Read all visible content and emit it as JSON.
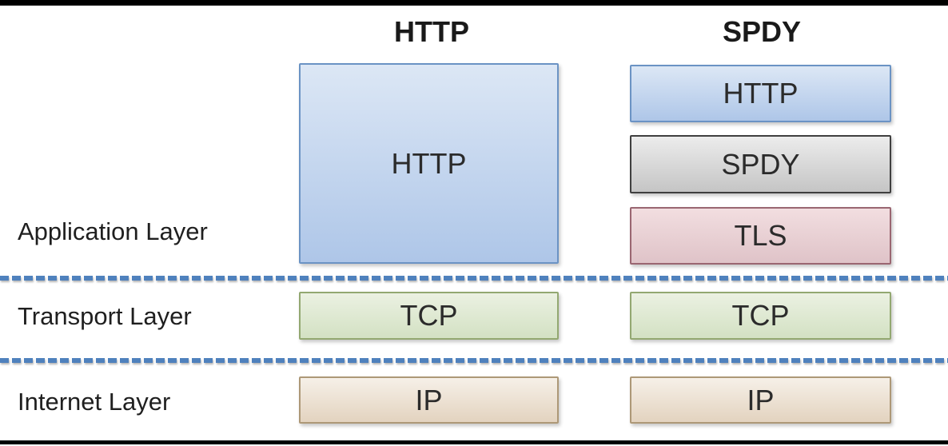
{
  "headers": {
    "http": "HTTP",
    "spdy": "SPDY"
  },
  "layers": [
    {
      "label": "Application Layer"
    },
    {
      "label": "Transport Layer"
    },
    {
      "label": "Internet Layer"
    }
  ],
  "stacks": {
    "http": {
      "application": [
        {
          "label": "HTTP",
          "palette": "blue"
        }
      ],
      "transport": [
        {
          "label": "TCP",
          "palette": "green"
        }
      ],
      "internet": [
        {
          "label": "IP",
          "palette": "tan"
        }
      ]
    },
    "spdy": {
      "application": [
        {
          "label": "HTTP",
          "palette": "blue"
        },
        {
          "label": "SPDY",
          "palette": "gray"
        },
        {
          "label": "TLS",
          "palette": "pink"
        }
      ],
      "transport": [
        {
          "label": "TCP",
          "palette": "green"
        }
      ],
      "internet": [
        {
          "label": "IP",
          "palette": "tan"
        }
      ]
    }
  },
  "palette": {
    "blue": {
      "top": "#dce7f5",
      "bottom": "#aec6e8",
      "border": "#6b93c4"
    },
    "gray": {
      "top": "#ececec",
      "bottom": "#c5c5c5",
      "border": "#3f3f3f"
    },
    "pink": {
      "top": "#f2dee0",
      "bottom": "#dfc3c8",
      "border": "#9a6671"
    },
    "green": {
      "top": "#ebf1e2",
      "bottom": "#d3e1c3",
      "border": "#93a871"
    },
    "tan": {
      "top": "#f6f0e8",
      "bottom": "#e3d3bf",
      "border": "#ad9877"
    },
    "separator": "#4f81bd",
    "frame": "#000000"
  }
}
